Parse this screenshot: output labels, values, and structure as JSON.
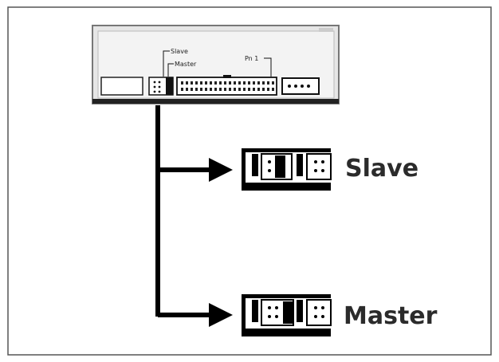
{
  "drive": {
    "label_slave": "Slave",
    "label_master": "Master",
    "label_pin1": "Pn 1"
  },
  "outcomes": {
    "slave": "Slave",
    "master": "Master"
  },
  "colors": {
    "line": "#000000",
    "drive_fill": "#e8e8e8",
    "text": "#2b2b2b"
  }
}
